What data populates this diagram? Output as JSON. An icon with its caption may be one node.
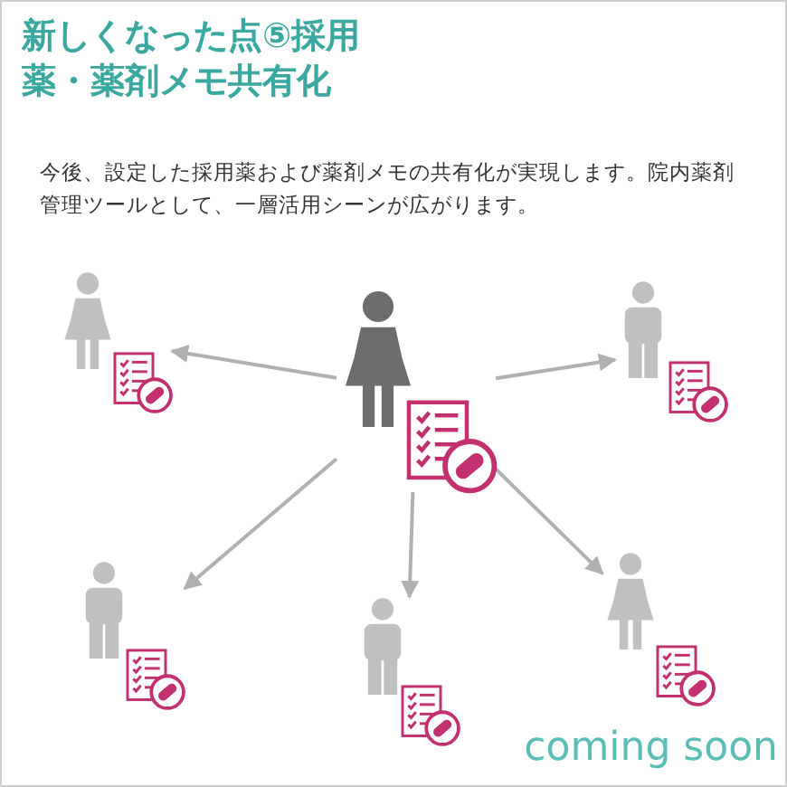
{
  "diagram": {
    "title": "新しくなった点⑤採用薬・薬剤メモ共有化",
    "nodes": [
      {
        "text": [],
        "shape": "person"
      },
      {
        "text": [],
        "shape": "person"
      },
      {
        "text": [],
        "shape": "person"
      },
      {
        "text": [],
        "shape": "person"
      },
      {
        "text": [],
        "shape": "person"
      },
      {
        "text": [],
        "shape": "person"
      }
    ],
    "edges": [
      {
        "from": 1,
        "to": 0,
        "arrow": "to"
      },
      {
        "from": 1,
        "to": 2,
        "arrow": "to"
      },
      {
        "from": 1,
        "to": 3,
        "arrow": "to"
      },
      {
        "from": 1,
        "to": 4,
        "arrow": "to"
      },
      {
        "from": 1,
        "to": 5,
        "arrow": "to"
      }
    ],
    "labels": [
      "今後、設定した採用薬および薬剤メモの共有化が実現します。院内薬剤管理ツールとして、一層活用シーンが広がります。",
      "coming soon"
    ]
  }
}
